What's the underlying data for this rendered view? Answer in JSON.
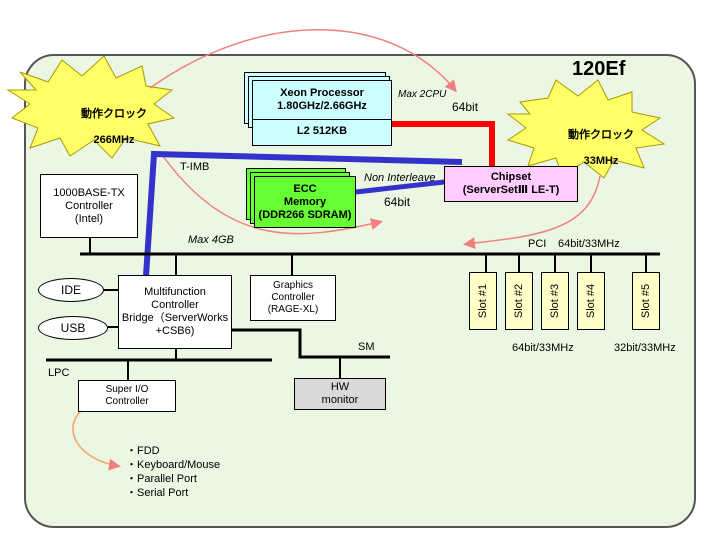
{
  "title": "120Ef",
  "bursts": {
    "left": {
      "line1": "動作クロック",
      "line2": "266MHz"
    },
    "right": {
      "line1": "動作クロック",
      "line2": "33MHz"
    }
  },
  "cpu": {
    "name": "Xeon Processor",
    "speed": "1.80GHz/2.66GHz",
    "cache": "L2 512KB",
    "max_cpu": "Max 2CPU",
    "bus_width": "64bit"
  },
  "chipset": {
    "name": "Chipset",
    "model": "(ServerSetⅢ LE-T)"
  },
  "memory": {
    "line1": "ECC",
    "line2": "Memory",
    "line3": "(DDR266 SDRAM)",
    "mode": "Non Interleave",
    "bus_width": "64bit",
    "max": "Max 4GB"
  },
  "t_imb": "T-IMB",
  "nic": {
    "text": "1000BASE-TX\nController\n(Intel)"
  },
  "pci": {
    "label": "PCI",
    "spec": "64bit/33MHz"
  },
  "mcb": {
    "text": "Multifunction\nController\nBridge（ServerWorks\n+CSB6)"
  },
  "graphics": {
    "text": "Graphics\nController\n(RAGE-XL)"
  },
  "ide": "IDE",
  "usb": "USB",
  "slots": [
    "Slot #1",
    "Slot #2",
    "Slot #3",
    "Slot #4",
    "Slot #5"
  ],
  "slot_spec_64": "64bit/33MHz",
  "slot_spec_32": "32bit/33MHz",
  "sm": "SM",
  "lpc": "LPC",
  "superio": {
    "text": "Super I/O\nController"
  },
  "hw_monitor": {
    "text": "HW\nmonitor"
  },
  "peripherals": [
    "・FDD",
    "・Keyboard/Mouse",
    "・Parallel Port",
    "・Serial Port"
  ],
  "colors": {
    "panel": "#ecf7e3",
    "burst": "#ffff66",
    "cpu": "#ccffff",
    "chipset": "#ffccff",
    "memory": "#66ff33",
    "fsb": "#ff0000",
    "timb": "#3333cc",
    "arrow": "#f08080",
    "slot": "#ffffc8",
    "hw": "#d9d9d9"
  }
}
